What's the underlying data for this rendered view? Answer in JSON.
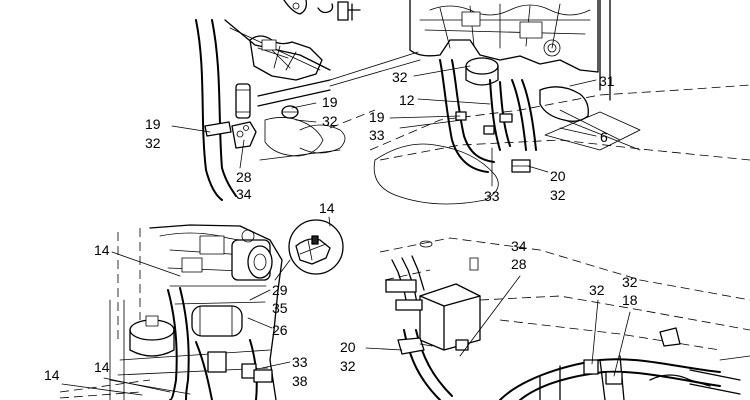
{
  "callouts": {
    "tl_19a": "19",
    "tl_32a": "32",
    "tl_19b": "19",
    "tl_32b": "32",
    "tl_28": "28",
    "tl_34": "34",
    "tr_32": "32",
    "tr_31": "31",
    "tr_12": "12",
    "tr_19": "19",
    "tr_33a": "33",
    "tr_6": "6",
    "tr_20": "20",
    "tr_32b": "32",
    "tr_33b": "33",
    "bl_14a": "14",
    "bl_14inset": "14",
    "bl_29": "29",
    "bl_35": "35",
    "bl_26": "26",
    "bl_33": "33",
    "bl_38": "38",
    "bl_14b": "14",
    "bl_14c": "14",
    "br_34": "34",
    "br_28": "28",
    "br_32a": "32",
    "br_32b": "32",
    "br_18": "18",
    "br_20": "20",
    "br_32c": "32"
  }
}
